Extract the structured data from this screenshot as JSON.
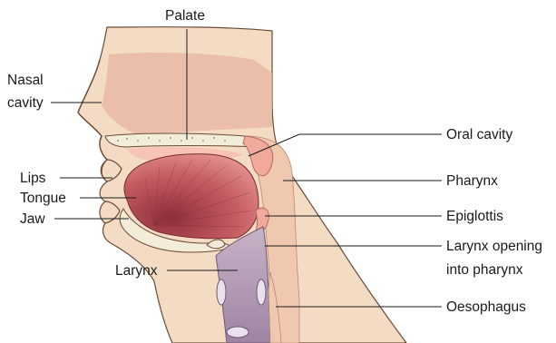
{
  "labels": {
    "palate": "Palate",
    "nasal_cavity_line1": "Nasal",
    "nasal_cavity_line2": "cavity",
    "lips": "Lips",
    "tongue": "Tongue",
    "jaw": "Jaw",
    "oral_cavity": "Oral cavity",
    "pharynx": "Pharynx",
    "epiglottis": "Epiglottis",
    "larynx_opening_line1": "Larynx opening",
    "larynx_opening_line2": "into pharynx",
    "larynx": "Larynx",
    "oesophagus": "Oesophagus"
  },
  "colors": {
    "skin": "#f4dcc4",
    "skin_outline": "#6b4a36",
    "nasal_cavity": "#e9b9a4",
    "pharynx_wall": "#f0c8b0",
    "tongue_dark": "#b5545a",
    "tongue_light": "#e08c88",
    "bone": "#f3ecd8",
    "larynx": "#b39ab3",
    "oral_cavity_pink": "#f0a99b"
  }
}
